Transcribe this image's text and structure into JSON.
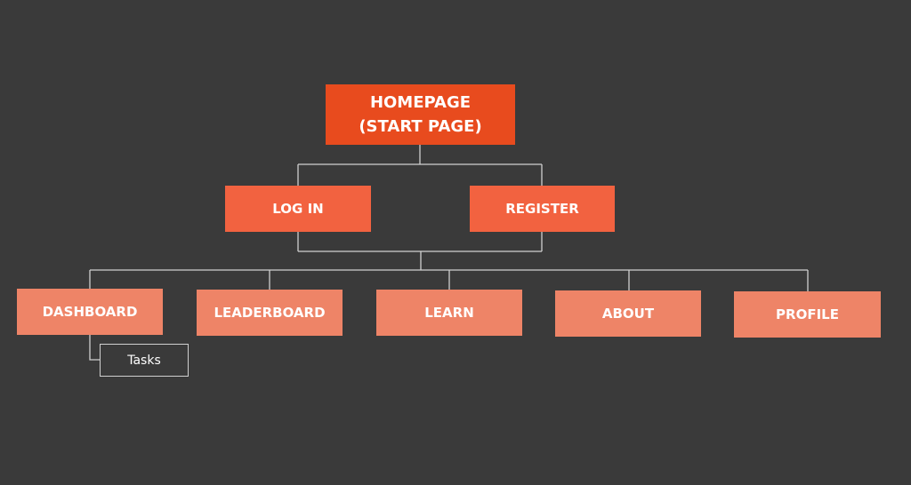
{
  "diagram": {
    "root": {
      "line1": "HOMEPAGE",
      "line2": "(START PAGE)"
    },
    "level1": [
      {
        "label": "LOG IN"
      },
      {
        "label": "REGISTER"
      }
    ],
    "level2": [
      {
        "label": "DASHBOARD"
      },
      {
        "label": "LEADERBOARD"
      },
      {
        "label": "LEARN"
      },
      {
        "label": "ABOUT"
      },
      {
        "label": "PROFILE"
      }
    ],
    "dashboard_children": [
      {
        "label": "Tasks"
      }
    ]
  },
  "colors": {
    "background": "#3a3a3a",
    "root_fill": "#e84b1e",
    "level1_fill": "#f26240",
    "level2_fill": "#ee8467",
    "connector": "#d0d0d0"
  }
}
